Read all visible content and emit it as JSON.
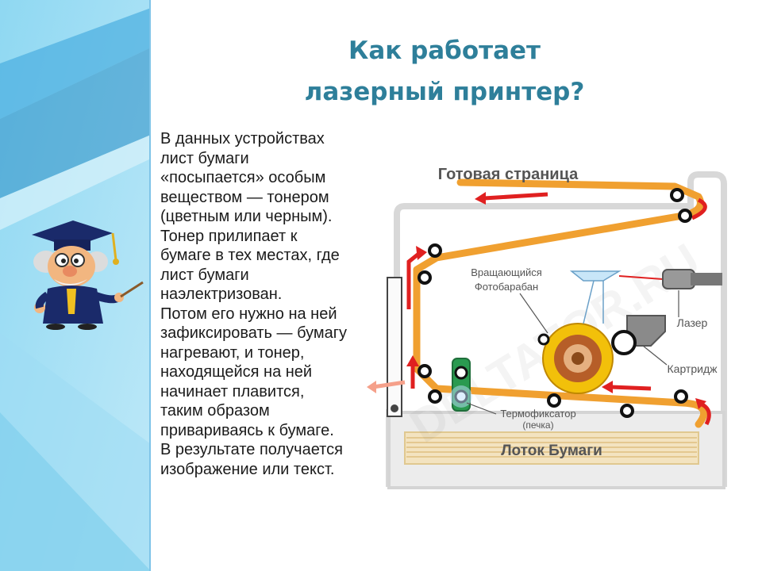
{
  "title": {
    "line1": "Как работает",
    "line2": "лазерный принтер?"
  },
  "body_lines": [
    "В данных устройствах",
    "лист бумаги",
    "«посыпается» особым",
    "веществом — тонером",
    "(цветным или черным).",
    "Тонер прилипает к",
    "бумаге в тех местах, где",
    "лист бумаги",
    "наэлектризован.",
    "Потом его нужно на ней",
    "зафиксировать — бумагу",
    "нагревают, и тонер,",
    "находящейся на ней",
    "начинает плавится,",
    "таким образом",
    "привариваясь к бумаге.",
    "В результате получается",
    "изображение или текст."
  ],
  "diagram": {
    "ready_page": "Готовая страница",
    "drum_line1": "Вращающийся",
    "drum_line2": "Фотобарабан",
    "laser": "Лазер",
    "cartridge": "Картридж",
    "fuser_line1": "Термофиксатор",
    "fuser_line2": "(печка)",
    "paper_tray": "Лоток Бумаги",
    "watermark": "DELTATOR.RU"
  },
  "colors": {
    "title": "#2e7f9a",
    "paper_path": "#f0a030",
    "arrow": "#e02020",
    "left_band_light": "#aee3f7",
    "left_band_dark": "#2a8ec4"
  }
}
